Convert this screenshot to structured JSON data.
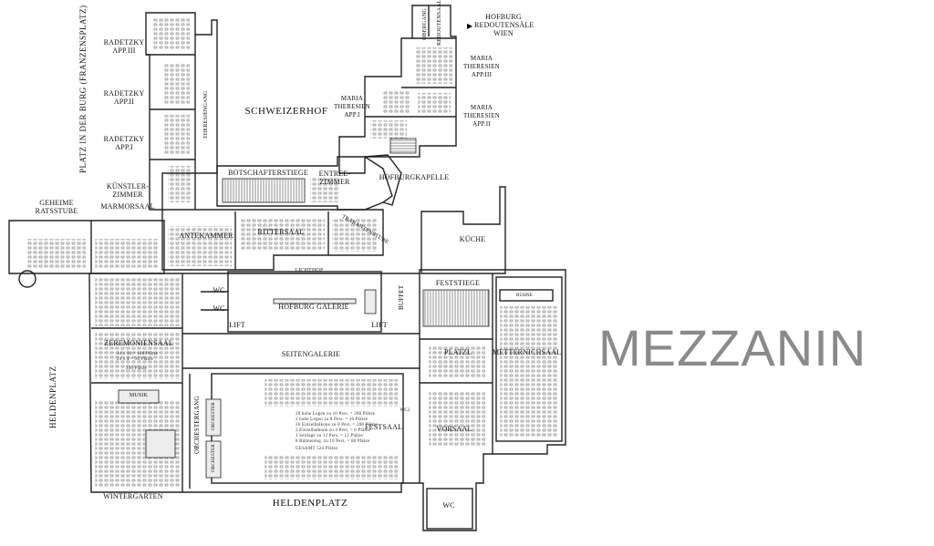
{
  "title": "MEZZANIN",
  "arrow_glyph": "▶",
  "labels": {
    "hofburg_redoutensaele": "HOFBURG\nREDOUTENSÄLE\nWIEN",
    "oberer_gang": "OBERGANG",
    "redoutensaal": "REDOUTENSAAL",
    "radetzky3": "RADETZKY\nAPP.III",
    "radetzky2": "RADETZKY\nAPP.II",
    "radetzky1": "RADETZKY\nAPP.I",
    "kuenstlerzimmer": "KÜNSTLER-\nZIMMER",
    "marmorsaal": "MARMORSAAL",
    "geheime_ratsstube": "GEHEIME\nRATSSTUBE",
    "platz_in_der_burg": "PLATZ IN DER BURG\n(FRANZENSPLATZ)",
    "theresiengang": "THERESIENGANG",
    "schweizerhof": "SCHWEIZERHOF",
    "maria_theresien1": "MARIA\nTHERESIEN\nAPP.I",
    "maria_theresien2": "MARIA\nTHERESIEN\nAPP.II",
    "maria_theresien3": "MARIA\nTHERESIEN\nAPP.III",
    "botschafterstiege": "BOTSCHAFTERSTIEGE",
    "entreezimmer": "ENTREE-\nZIMMER",
    "hofburgkapelle": "HOFBURGKAPELLE",
    "antekammer": "ANTEKAMMER",
    "rittersaal": "RITTERSAAL",
    "trabantenstube": "TRABANTENSTUBE",
    "kueche": "KÜCHE",
    "lichthof": "LICHTHOF",
    "wc_top": "WC",
    "wc_mid": "WC",
    "hofburg_galerie": "HOFBURG GALERIE",
    "lift_left": "LIFT",
    "lift_right": "LIFT",
    "buffet": "BUFFET",
    "feststiege": "FESTSTIEGE",
    "buehne": "BÜHNE",
    "zeremoniensaal": "ZEREMONIENSAAL",
    "zeremoniensaal_cap1": "14 x 10 = 140 Plätze",
    "zeremoniensaal_cap2": "24 x 4 = 96 Plätze",
    "zeremoniensaal_cap3": "236 Plätze",
    "seitengalerie": "SEITENGALERIE",
    "platzl": "PLATZL",
    "metternichsaal": "METTERNICHSAAL",
    "heldenplatz_left": "HELDENPLATZ",
    "musik": "MUSIK",
    "orchestergang": "ORCHESTERGANG",
    "orchester1": "ORCHESTER",
    "orchester2": "ORCHESTER",
    "festsaal": "FESTSAAL",
    "vorsaal": "VORSAAL",
    "festsaal_cap1": "20 hohe Logen zu 10 Pers. = 200 Plätze",
    "festsaal_cap2": "2 hohe Logen zu 8 Pers. = 16 Plätze",
    "festsaal_cap3": "26 Einzelbalkone zu 8 Pers. = 208 Plätze",
    "festsaal_cap4": "2 Einzelbalkone zu 4 Pers. = 8 Plätze",
    "festsaal_cap5": "1 Seitlage zu 12 Pers. = 12 Plätze",
    "festsaal_cap6": "8 Bühnenlog. zu 10 Pers. = 80 Plätze",
    "festsaal_total": "GESAMT 524 Plätze",
    "wintergarten": "WINTERGARTEN",
    "heldenplatz_bottom": "HELDENPLATZ",
    "wc_bottom": "WC",
    "mod_small": "WC2"
  }
}
